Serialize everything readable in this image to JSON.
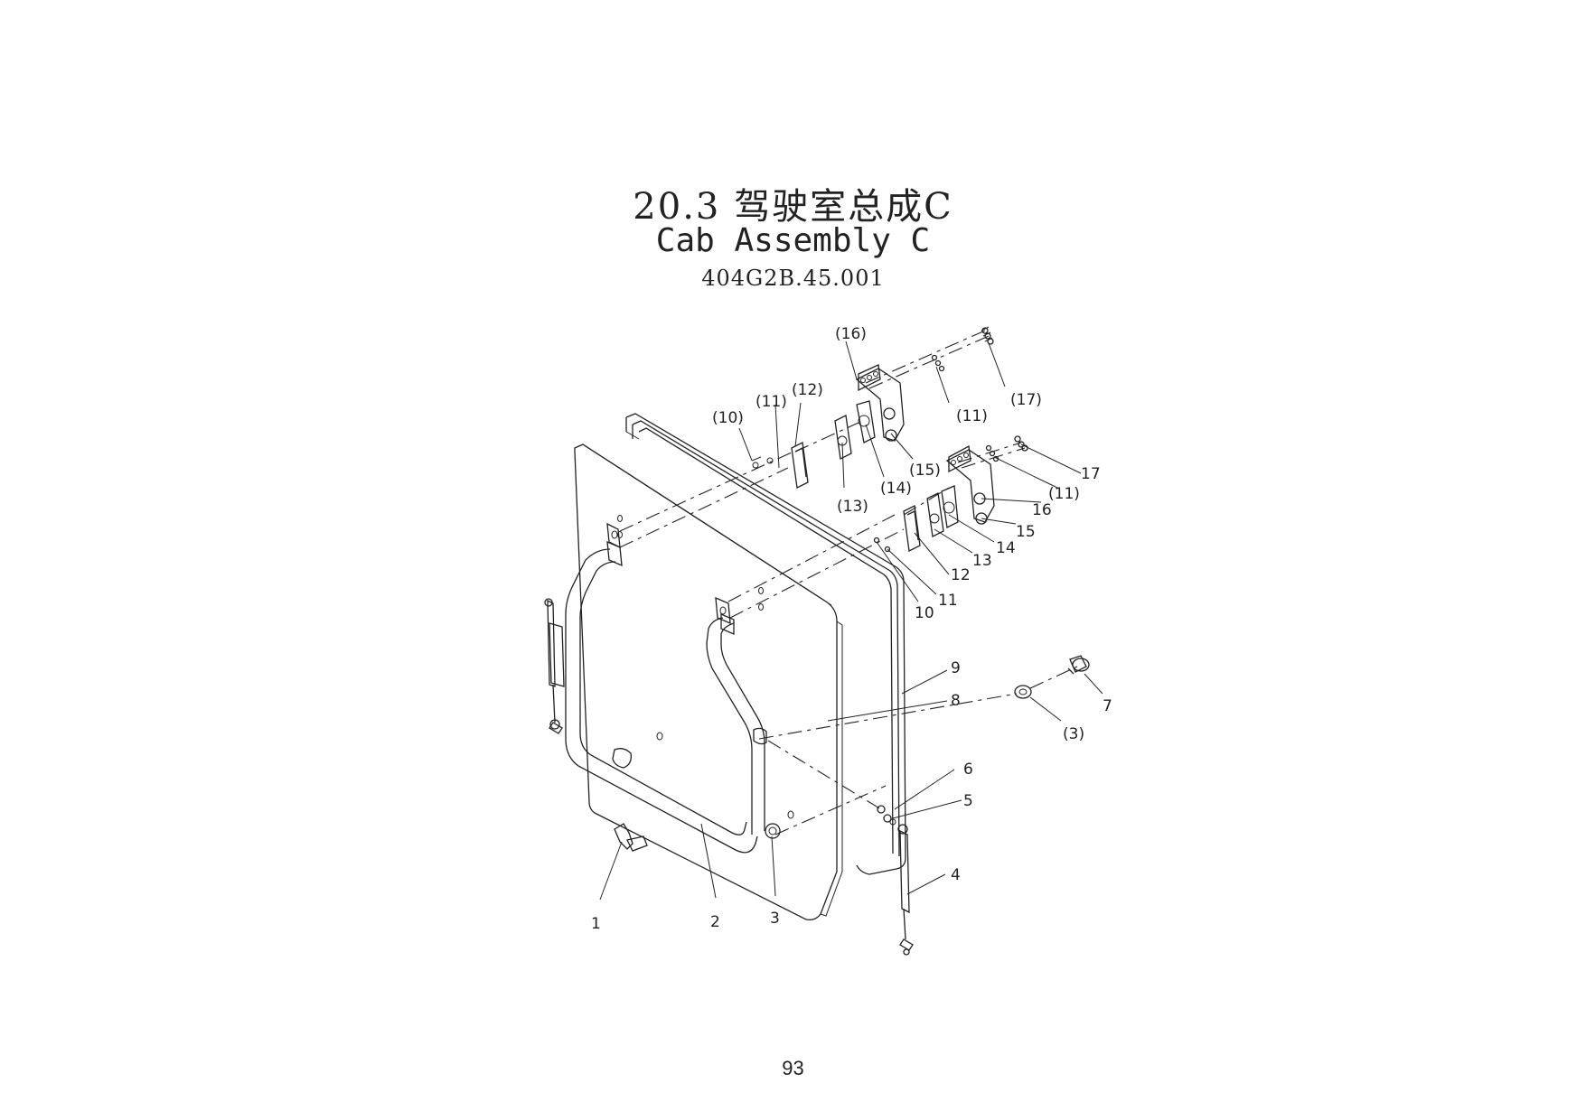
{
  "header": {
    "title_cn": "20.3 驾驶室总成C",
    "title_en": "Cab Assembly C",
    "part_number": "404G2B.45.001"
  },
  "callouts": [
    {
      "id": "c16a",
      "text": "(16)"
    },
    {
      "id": "c12a",
      "text": "(12)"
    },
    {
      "id": "c11a",
      "text": "(11)"
    },
    {
      "id": "c10a",
      "text": "(10)"
    },
    {
      "id": "c11b",
      "text": "(11)"
    },
    {
      "id": "c17a",
      "text": "(17)"
    },
    {
      "id": "c15a",
      "text": "(15)"
    },
    {
      "id": "c14a",
      "text": "(14)"
    },
    {
      "id": "c13a",
      "text": "(13)"
    },
    {
      "id": "c17",
      "text": "17"
    },
    {
      "id": "c11c",
      "text": "(11)"
    },
    {
      "id": "c16",
      "text": "16"
    },
    {
      "id": "c15",
      "text": "15"
    },
    {
      "id": "c14",
      "text": "14"
    },
    {
      "id": "c13",
      "text": "13"
    },
    {
      "id": "c12",
      "text": "12"
    },
    {
      "id": "c11",
      "text": "11"
    },
    {
      "id": "c10",
      "text": "10"
    },
    {
      "id": "c9",
      "text": "9"
    },
    {
      "id": "c8",
      "text": "8"
    },
    {
      "id": "c7",
      "text": "7"
    },
    {
      "id": "c3a",
      "text": "(3)"
    },
    {
      "id": "c6",
      "text": "6"
    },
    {
      "id": "c5",
      "text": "5"
    },
    {
      "id": "c4",
      "text": "4"
    },
    {
      "id": "c3",
      "text": "3"
    },
    {
      "id": "c2",
      "text": "2"
    },
    {
      "id": "c1",
      "text": "1"
    }
  ],
  "footer": {
    "page_number": "93"
  }
}
